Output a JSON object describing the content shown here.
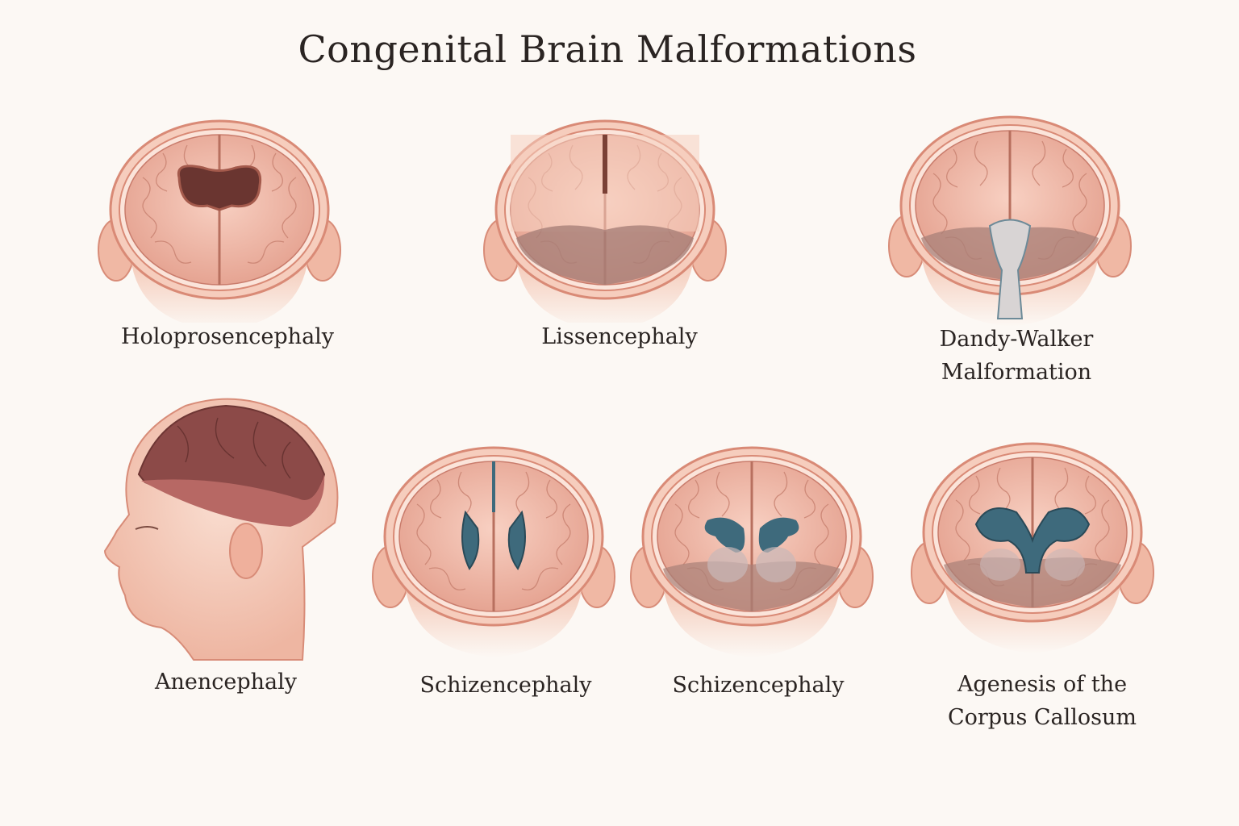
{
  "title": "Congenital Brain Malformations",
  "panels": [
    {
      "label": "Holoprosencephaly"
    },
    {
      "label": "Lissencephaly"
    },
    {
      "label_line1": "Dandy-Walker",
      "label_line2": "Malformation"
    },
    {
      "label": "Anencephaly"
    },
    {
      "label": "Schizencephaly"
    },
    {
      "label": "Schizencephaly"
    },
    {
      "label_line1": "Agenesis of the",
      "label_line2": "Corpus Callosum"
    }
  ],
  "colors": {
    "skin": "#f4c8b6",
    "skull": "#e49a86",
    "brain": "#efb4a4",
    "fluid": "#3e6a7c",
    "background": "#fcf8f4"
  }
}
